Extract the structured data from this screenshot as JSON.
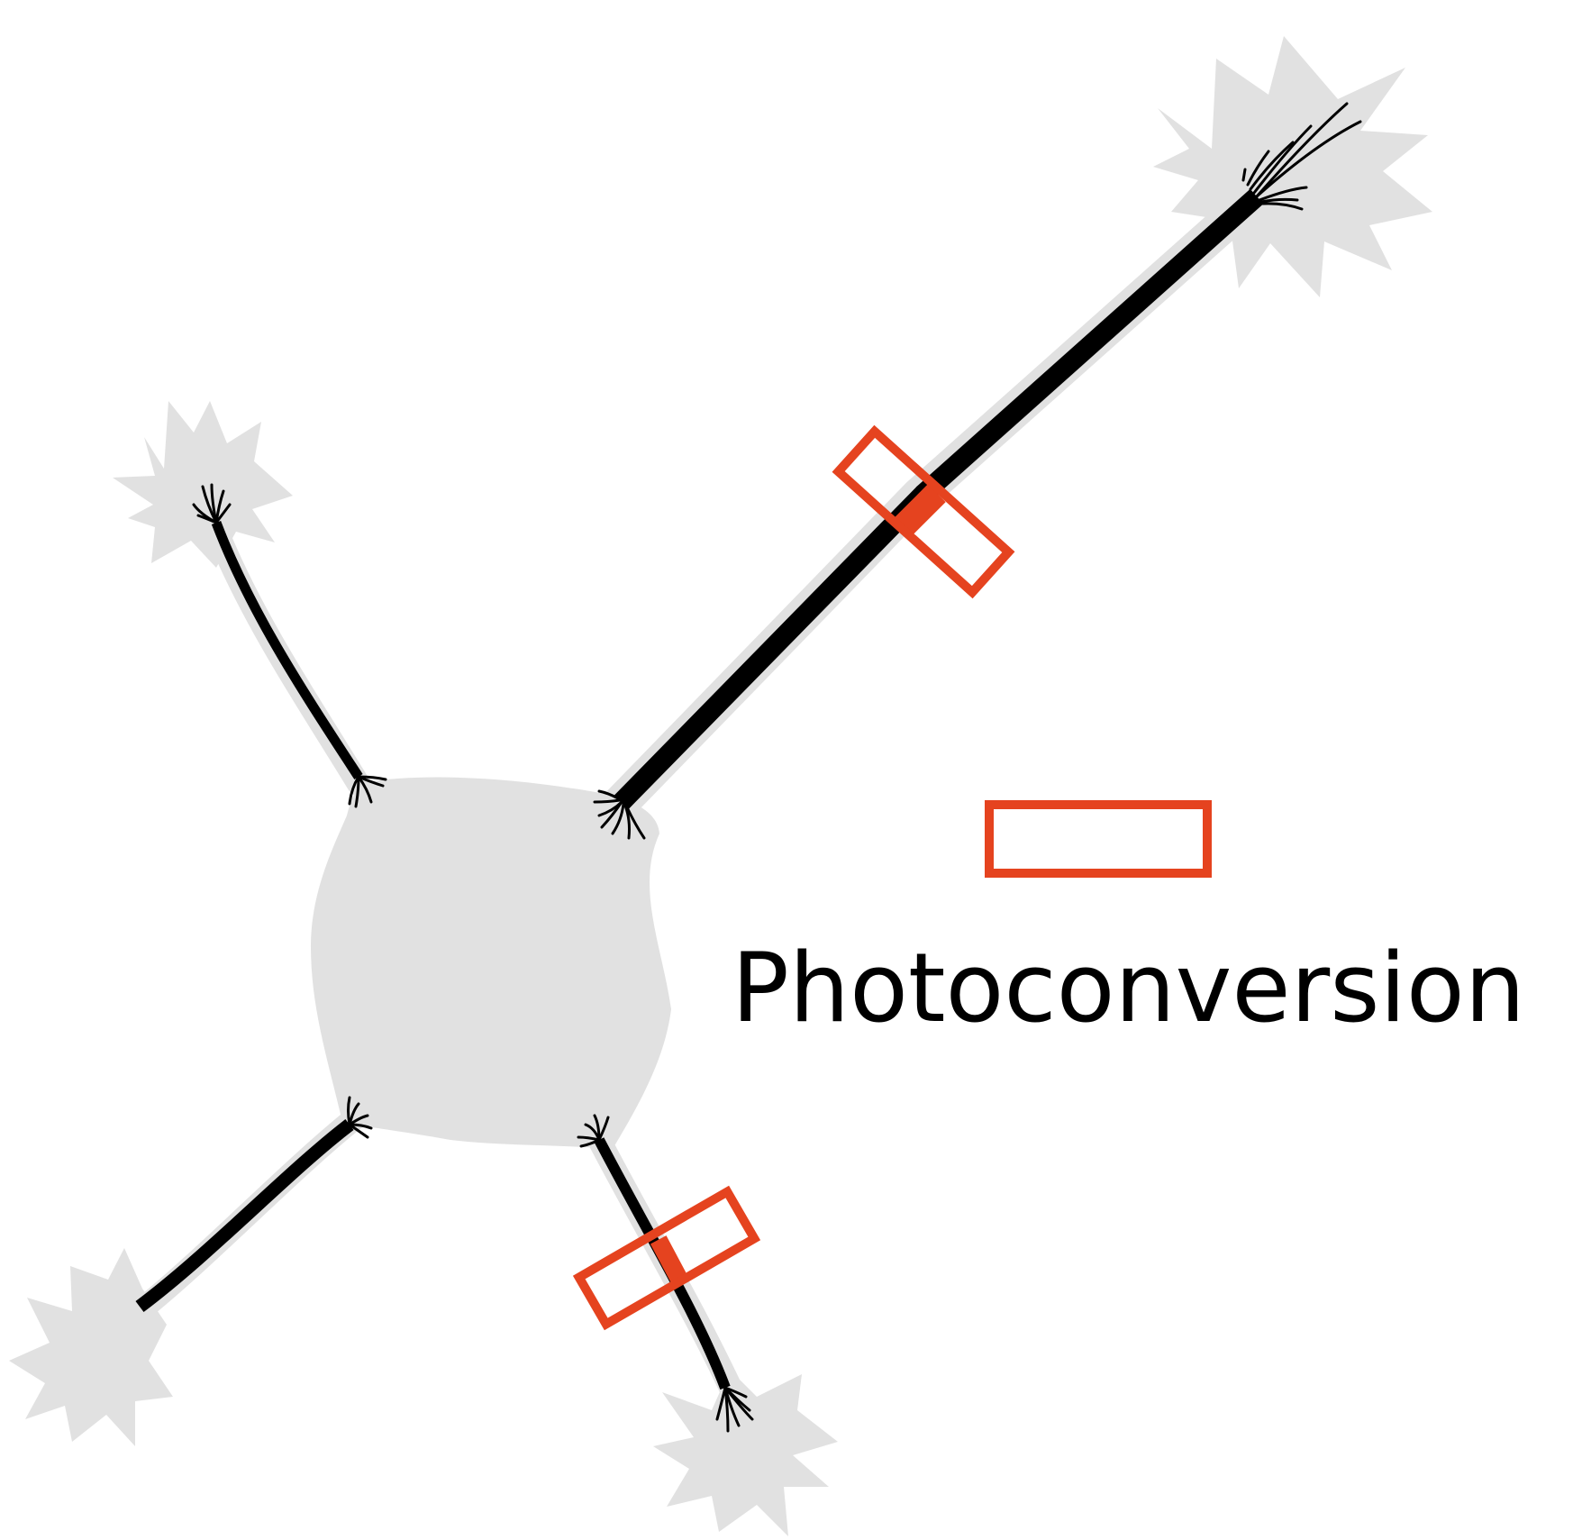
{
  "legend": {
    "label": "Photoconversion"
  },
  "colors": {
    "background": "#ffffff",
    "cell_body": "#e1e1e1",
    "growth_cone": "#e1e1e1",
    "microtubule_bundle": "#000000",
    "photoconversion_region": "#e5431f"
  },
  "structures": {
    "cell_body": "cell-body",
    "neurites": [
      "upper-right-neurite",
      "upper-left-neurite",
      "lower-left-neurite",
      "lower-right-neurite"
    ],
    "growth_cones": [
      "upper-right-growth-cone",
      "upper-left-growth-cone",
      "lower-left-growth-cone",
      "lower-right-growth-cone"
    ],
    "photoconversion_boxes": [
      "upper-right-photoconversion-box",
      "lower-right-photoconversion-box"
    ]
  }
}
